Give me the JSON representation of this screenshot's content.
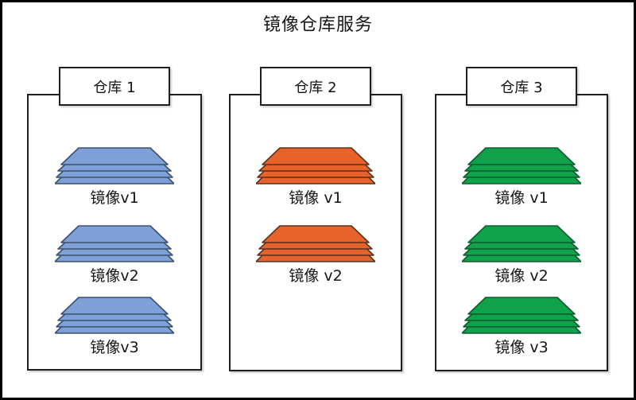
{
  "title": "镜像仓库服务",
  "colors": {
    "frame_border": "#000000",
    "box_border": "#1f1f1f",
    "blue_fill": "#7EA0D6",
    "blue_stroke": "#3A5070",
    "orange_fill": "#E8632C",
    "orange_stroke": "#59331E",
    "green_fill": "#12A14B",
    "green_stroke": "#0B5C2D"
  },
  "repos": [
    {
      "name": "仓库 1",
      "color": "blue",
      "images": [
        "镜像v1",
        "镜像v2",
        "镜像v3"
      ]
    },
    {
      "name": "仓库 2",
      "color": "orange",
      "images": [
        "镜像 v1",
        "镜像 v2"
      ]
    },
    {
      "name": "仓库 3",
      "color": "green",
      "images": [
        "镜像 v1",
        "镜像 v2",
        "镜像 v3"
      ]
    }
  ]
}
